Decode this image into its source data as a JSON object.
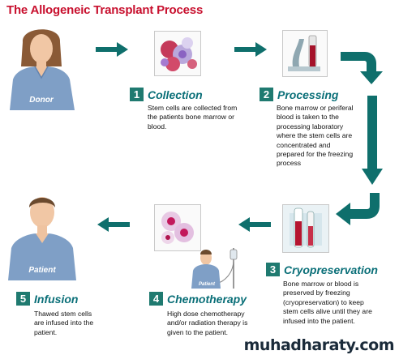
{
  "title": "The Allogeneic Transplant Process",
  "figures": {
    "donor_label": "Donor",
    "patient_label": "Patient",
    "small_patient_label": "Patient"
  },
  "steps": [
    {
      "number": "1",
      "title": "Collection",
      "description": "Stem cells are collected from the patients bone marrow or blood."
    },
    {
      "number": "2",
      "title": "Processing",
      "description": "Bone marrow or periferal blood is taken to the processing laboratory where the stem cells are concentrated and prepared for the freezing process"
    },
    {
      "number": "3",
      "title": "Cryopreservation",
      "description": "Bone marrow or blood is preserved by freezing (cryopreservation) to keep stem cells alive until they are infused into the patient."
    },
    {
      "number": "4",
      "title": "Chemotherapy",
      "description": "High dose chemotherapy and/or radiation therapy is given to the patient."
    },
    {
      "number": "5",
      "title": "Infusion",
      "description": "Thawed stem cells are infused into the patient."
    }
  ],
  "watermark": "muhadharaty.com",
  "colors": {
    "title": "#c8102e",
    "teal": "#1f7a70",
    "step_title": "#0a6f78",
    "scrub": "#7f9fc6"
  }
}
